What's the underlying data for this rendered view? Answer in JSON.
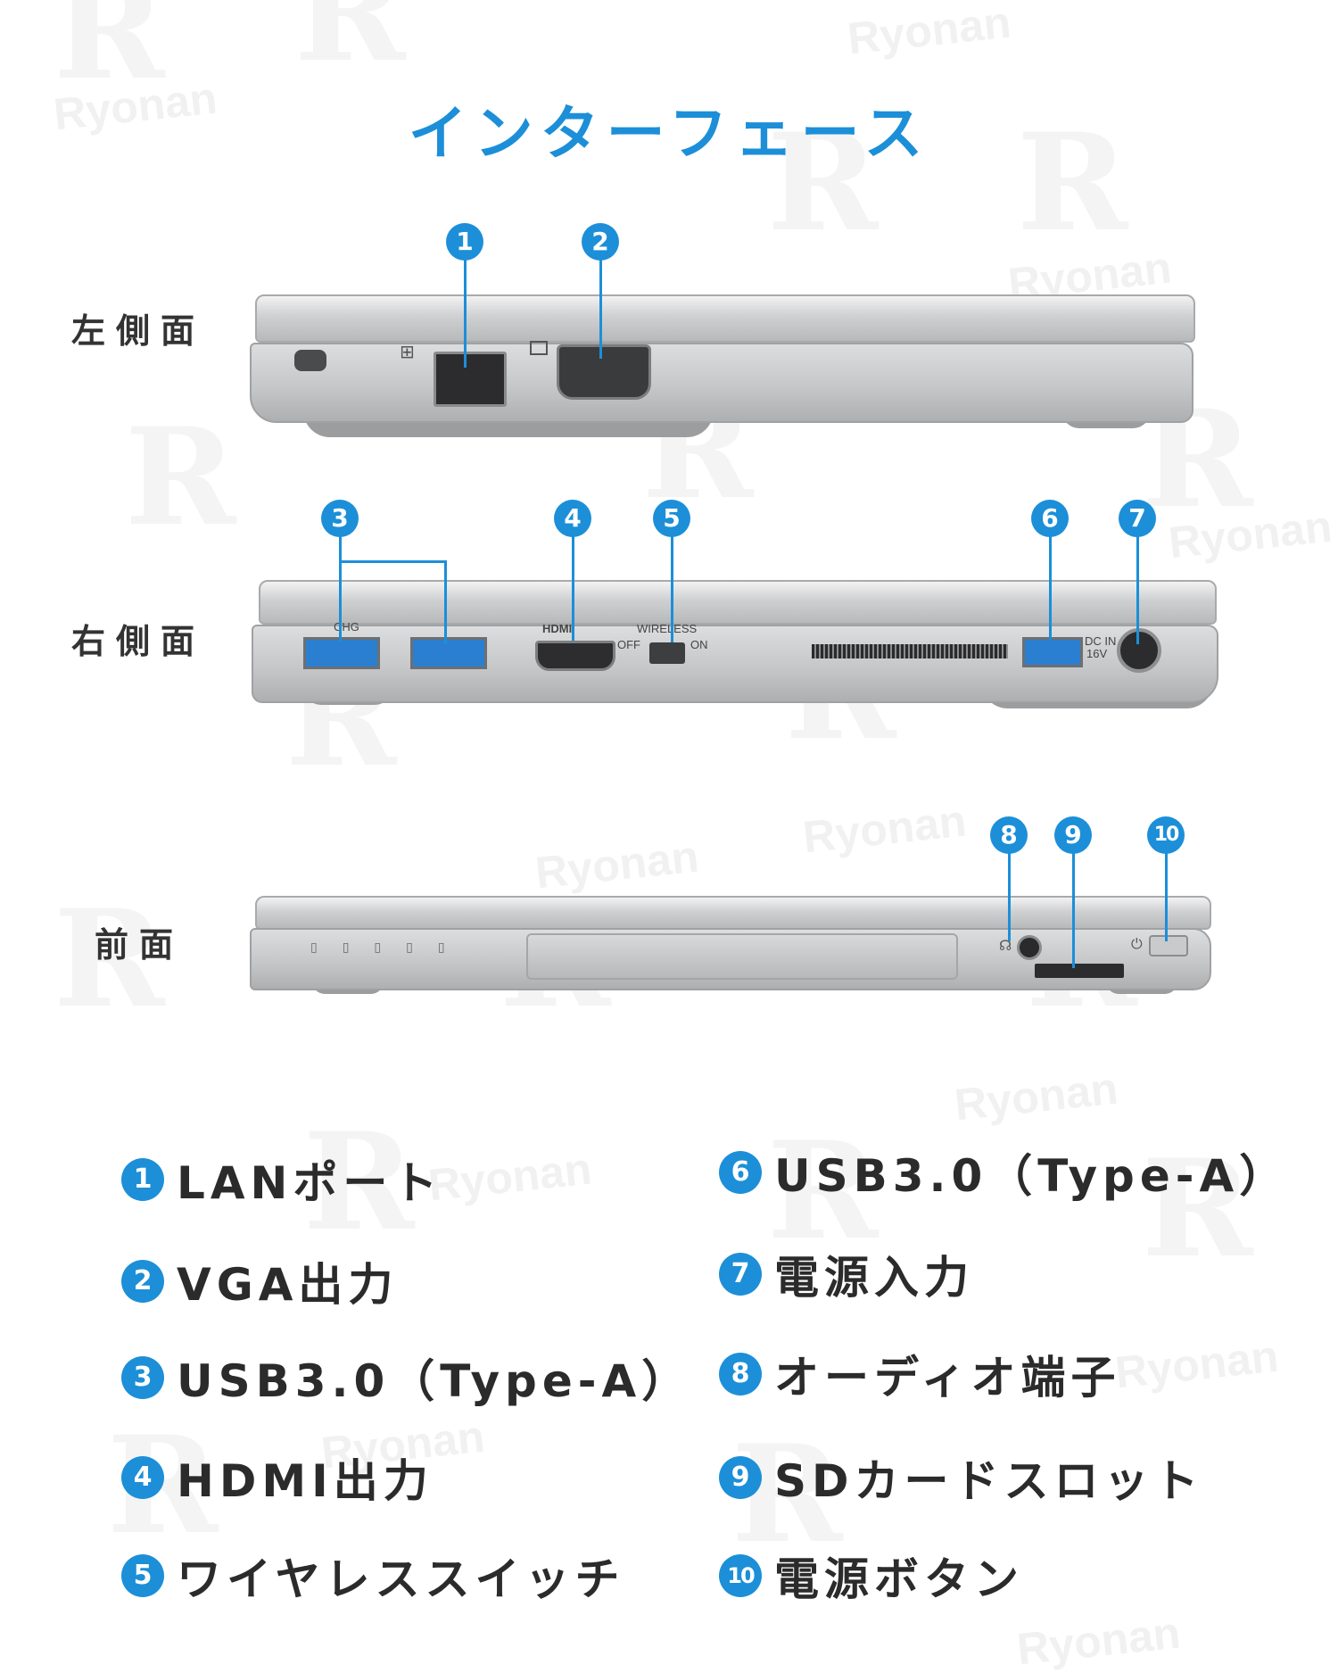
{
  "title": "インターフェース",
  "watermark": {
    "brand_text": "Ryonan",
    "letter": "R"
  },
  "views": {
    "left_side": {
      "label": "左側面"
    },
    "right_side": {
      "label": "右側面",
      "port_text": {
        "usb_chg": "CHG",
        "hdmi": "HDMI",
        "wireless": "WIRELESS",
        "off": "OFF",
        "on": "ON",
        "dcin": "DC IN",
        "volt": "16V"
      }
    },
    "front": {
      "label": "前面"
    }
  },
  "callouts": [
    "1",
    "2",
    "3",
    "4",
    "5",
    "6",
    "7",
    "8",
    "9",
    "10"
  ],
  "legend": [
    {
      "num": "1",
      "text": "LANポート"
    },
    {
      "num": "2",
      "text": "VGA出力"
    },
    {
      "num": "3",
      "text": "USB3.0（Type-A）"
    },
    {
      "num": "4",
      "text": "HDMI出力"
    },
    {
      "num": "5",
      "text": "ワイヤレススイッチ"
    },
    {
      "num": "6",
      "text": "USB3.0（Type-A）"
    },
    {
      "num": "7",
      "text": "電源入力"
    },
    {
      "num": "8",
      "text": "オーディオ端子"
    },
    {
      "num": "9",
      "text": "SDカードスロット"
    },
    {
      "num": "10",
      "text": "電源ボタン"
    }
  ],
  "colors": {
    "accent": "#1c8fd8",
    "text": "#2b2b2b",
    "usb_blue": "#2a7fd0"
  }
}
